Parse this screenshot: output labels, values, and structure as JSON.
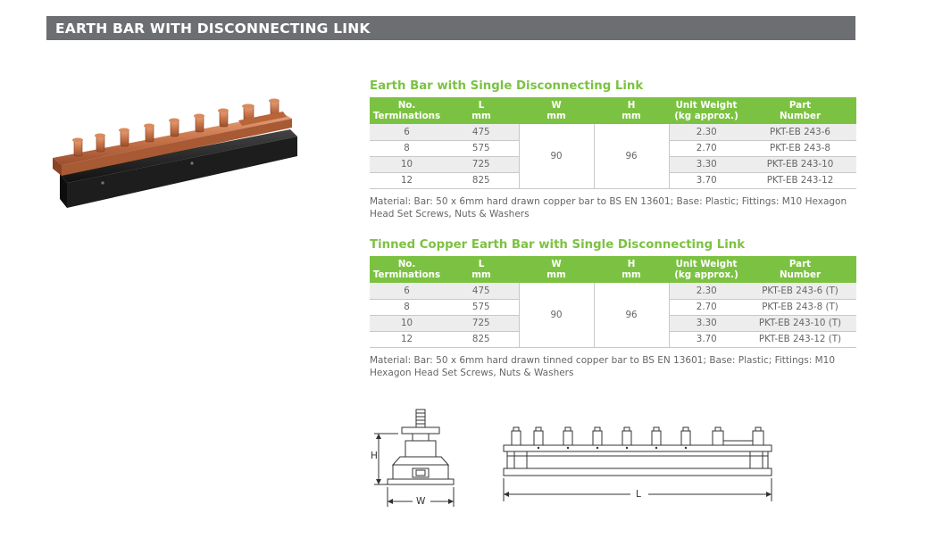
{
  "banner": {
    "title": "EARTH BAR WITH DISCONNECTING LINK"
  },
  "columns": [
    {
      "line1": "No.",
      "line2": "Terminations"
    },
    {
      "line1": "L",
      "line2": "mm"
    },
    {
      "line1": "W",
      "line2": "mm"
    },
    {
      "line1": "H",
      "line2": "mm"
    },
    {
      "line1": "Unit Weight",
      "line2": "(kg approx.)"
    },
    {
      "line1": "Part",
      "line2": "Number"
    }
  ],
  "table1": {
    "title": "Earth Bar with Single Disconnecting Link",
    "w": "90",
    "h": "96",
    "rows": [
      {
        "no": "6",
        "l": "475",
        "weight": "2.30",
        "part": "PKT-EB 243-6"
      },
      {
        "no": "8",
        "l": "575",
        "weight": "2.70",
        "part": "PKT-EB 243-8"
      },
      {
        "no": "10",
        "l": "725",
        "weight": "3.30",
        "part": "PKT-EB 243-10"
      },
      {
        "no": "12",
        "l": "825",
        "weight": "3.70",
        "part": "PKT-EB 243-12"
      }
    ],
    "note": "Material: Bar: 50 x 6mm hard drawn copper bar to BS EN 13601; Base: Plastic; Fittings: M10 Hexagon Head Set Screws, Nuts & Washers"
  },
  "table2": {
    "title": "Tinned Copper Earth Bar with Single Disconnecting Link",
    "w": "90",
    "h": "96",
    "rows": [
      {
        "no": "6",
        "l": "475",
        "weight": "2.30",
        "part": "PKT-EB 243-6 (T)"
      },
      {
        "no": "8",
        "l": "575",
        "weight": "2.70",
        "part": "PKT-EB 243-8 (T)"
      },
      {
        "no": "10",
        "l": "725",
        "weight": "3.30",
        "part": "PKT-EB 243-10 (T)"
      },
      {
        "no": "12",
        "l": "825",
        "weight": "3.70",
        "part": "PKT-EB 243-12 (T)"
      }
    ],
    "note": "Material: Bar: 50 x 6mm hard drawn tinned copper bar to BS EN 13601; Base: Plastic; Fittings: M10 Hexagon Head Set Screws, Nuts & Washers"
  },
  "diagram": {
    "label_h": "H",
    "label_w": "W",
    "label_l": "L"
  },
  "colors": {
    "accent": "#7cc242",
    "banner": "#6d6e71",
    "copper": "#c8744a"
  }
}
